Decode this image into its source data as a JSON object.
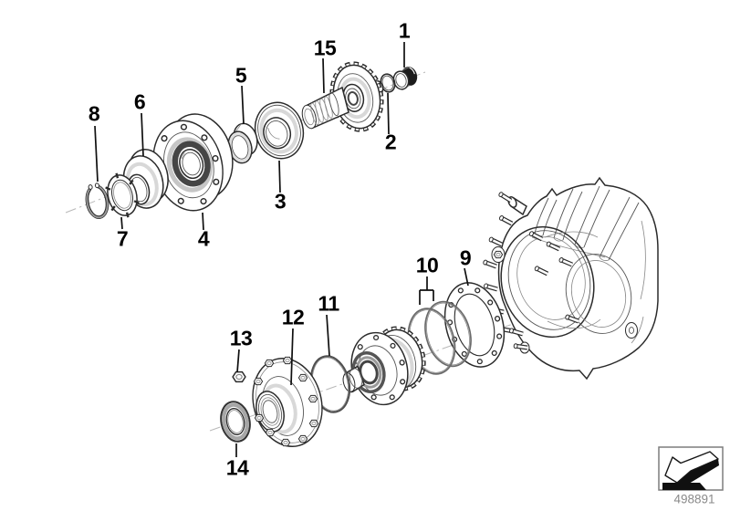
{
  "diagram": {
    "type": "exploded-parts-diagram",
    "callouts": [
      {
        "label": "1"
      },
      {
        "label": "2"
      },
      {
        "label": "3"
      },
      {
        "label": "4"
      },
      {
        "label": "5"
      },
      {
        "label": "6"
      },
      {
        "label": "7"
      },
      {
        "label": "8"
      },
      {
        "label": "9"
      },
      {
        "label": "10"
      },
      {
        "label": "11"
      },
      {
        "label": "12"
      },
      {
        "label": "13"
      },
      {
        "label": "14"
      },
      {
        "label": "15"
      }
    ],
    "image_number": "498891",
    "icons": {
      "direction_arrow": "arrow-down-left"
    },
    "colors": {
      "line": "#2b2b2b",
      "centerline": "#b8b8b8",
      "callout_text": "#000000",
      "image_number_text": "#8a8a8a"
    }
  }
}
